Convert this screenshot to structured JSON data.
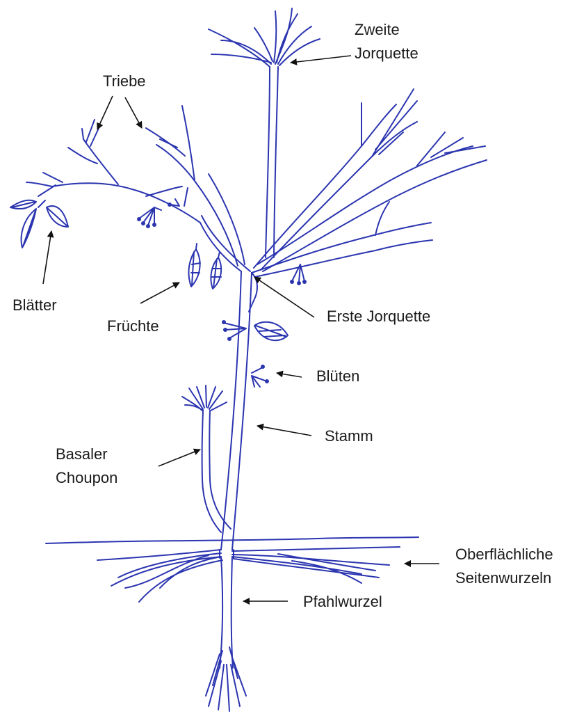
{
  "colors": {
    "ink": "#2b35b0",
    "label": "#1a1a1a",
    "arrow": "#111111",
    "background": "#ffffff"
  },
  "labels": {
    "zweite_jorquette": [
      "Zweite",
      "Jorquette"
    ],
    "triebe": "Triebe",
    "blaetter": "Blätter",
    "fruechte": "Früchte",
    "erste_jorquette": "Erste Jorquette",
    "blueten": "Blüten",
    "stamm": "Stamm",
    "basaler_choupon": [
      "Basaler",
      "Choupon"
    ],
    "seitenwurzeln": [
      "Oberflächliche",
      "Seitenwurzeln"
    ],
    "pfahlwurzel": "Pfahlwurzel"
  }
}
